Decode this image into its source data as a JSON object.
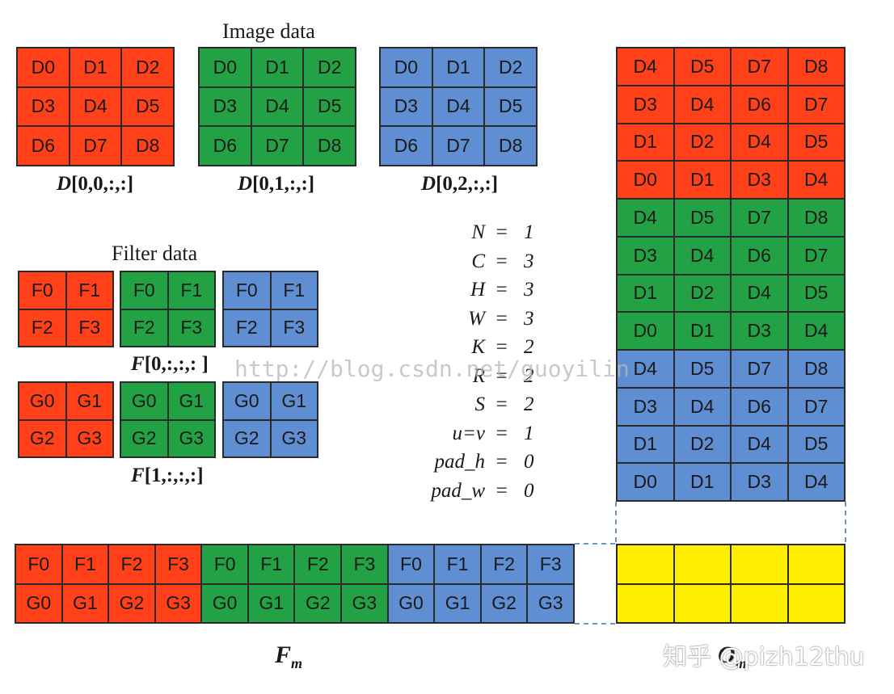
{
  "image_title": "Image data",
  "filter_title": "Filter data",
  "image_grids": [
    {
      "color": "red",
      "cells": [
        "D0",
        "D1",
        "D2",
        "D3",
        "D4",
        "D5",
        "D6",
        "D7",
        "D8"
      ],
      "caption_var": "D",
      "caption_idx": "[0,0,:,:]"
    },
    {
      "color": "green",
      "cells": [
        "D0",
        "D1",
        "D2",
        "D3",
        "D4",
        "D5",
        "D6",
        "D7",
        "D8"
      ],
      "caption_var": "D",
      "caption_idx": "[0,1,:,:]"
    },
    {
      "color": "blue",
      "cells": [
        "D0",
        "D1",
        "D2",
        "D3",
        "D4",
        "D5",
        "D6",
        "D7",
        "D8"
      ],
      "caption_var": "D",
      "caption_idx": "[0,2,:,:]"
    }
  ],
  "filter_rows": [
    {
      "caption_var": "F",
      "caption_idx": "[0,:,:,: ]",
      "grids": [
        {
          "color": "red",
          "cells": [
            "F0",
            "F1",
            "F2",
            "F3"
          ]
        },
        {
          "color": "green",
          "cells": [
            "F0",
            "F1",
            "F2",
            "F3"
          ]
        },
        {
          "color": "blue",
          "cells": [
            "F0",
            "F1",
            "F2",
            "F3"
          ]
        }
      ]
    },
    {
      "caption_var": "F",
      "caption_idx": "[1,:,:,:]",
      "grids": [
        {
          "color": "red",
          "cells": [
            "G0",
            "G1",
            "G2",
            "G3"
          ]
        },
        {
          "color": "green",
          "cells": [
            "G0",
            "G1",
            "G2",
            "G3"
          ]
        },
        {
          "color": "blue",
          "cells": [
            "G0",
            "G1",
            "G2",
            "G3"
          ]
        }
      ]
    }
  ],
  "params": [
    {
      "name": "N",
      "value": "1"
    },
    {
      "name": "C",
      "value": "3"
    },
    {
      "name": "H",
      "value": "3"
    },
    {
      "name": "W",
      "value": "3"
    },
    {
      "name": "K",
      "value": "2"
    },
    {
      "name": "R",
      "value": "2"
    },
    {
      "name": "S",
      "value": "2"
    },
    {
      "name": "u=v",
      "value": "1"
    },
    {
      "name": "pad_h",
      "value": "0"
    },
    {
      "name": "pad_w",
      "value": "0"
    }
  ],
  "dm_matrix": {
    "rows": [
      {
        "color": "red",
        "cells": [
          "D4",
          "D5",
          "D7",
          "D8"
        ]
      },
      {
        "color": "red",
        "cells": [
          "D3",
          "D4",
          "D6",
          "D7"
        ]
      },
      {
        "color": "red",
        "cells": [
          "D1",
          "D2",
          "D4",
          "D5"
        ]
      },
      {
        "color": "red",
        "cells": [
          "D0",
          "D1",
          "D3",
          "D4"
        ]
      },
      {
        "color": "green",
        "cells": [
          "D4",
          "D5",
          "D7",
          "D8"
        ]
      },
      {
        "color": "green",
        "cells": [
          "D3",
          "D4",
          "D6",
          "D7"
        ]
      },
      {
        "color": "green",
        "cells": [
          "D1",
          "D2",
          "D4",
          "D5"
        ]
      },
      {
        "color": "green",
        "cells": [
          "D0",
          "D1",
          "D3",
          "D4"
        ]
      },
      {
        "color": "blue",
        "cells": [
          "D4",
          "D5",
          "D7",
          "D8"
        ]
      },
      {
        "color": "blue",
        "cells": [
          "D3",
          "D4",
          "D6",
          "D7"
        ]
      },
      {
        "color": "blue",
        "cells": [
          "D1",
          "D2",
          "D4",
          "D5"
        ]
      },
      {
        "color": "blue",
        "cells": [
          "D0",
          "D1",
          "D3",
          "D4"
        ]
      }
    ]
  },
  "fm_matrix": {
    "rows": [
      [
        {
          "color": "red",
          "t": "F0"
        },
        {
          "color": "red",
          "t": "F1"
        },
        {
          "color": "red",
          "t": "F2"
        },
        {
          "color": "red",
          "t": "F3"
        },
        {
          "color": "green",
          "t": "F0"
        },
        {
          "color": "green",
          "t": "F1"
        },
        {
          "color": "green",
          "t": "F2"
        },
        {
          "color": "green",
          "t": "F3"
        },
        {
          "color": "blue",
          "t": "F0"
        },
        {
          "color": "blue",
          "t": "F1"
        },
        {
          "color": "blue",
          "t": "F2"
        },
        {
          "color": "blue",
          "t": "F3"
        }
      ],
      [
        {
          "color": "red",
          "t": "G0"
        },
        {
          "color": "red",
          "t": "G1"
        },
        {
          "color": "red",
          "t": "G2"
        },
        {
          "color": "red",
          "t": "G3"
        },
        {
          "color": "green",
          "t": "G0"
        },
        {
          "color": "green",
          "t": "G1"
        },
        {
          "color": "green",
          "t": "G2"
        },
        {
          "color": "green",
          "t": "G3"
        },
        {
          "color": "blue",
          "t": "G0"
        },
        {
          "color": "blue",
          "t": "G1"
        },
        {
          "color": "blue",
          "t": "G2"
        },
        {
          "color": "blue",
          "t": "G3"
        }
      ]
    ]
  },
  "fm_label": {
    "main": "F",
    "sub": "m"
  },
  "om_label": {
    "main": "O",
    "sub": "m"
  },
  "watermark_text": "http://blog.csdn.net/guoyilin",
  "watermark2_text": "知乎 @pizh12thu",
  "colors": {
    "red": "#ff4018",
    "green": "#22a244",
    "blue": "#5f8ed2",
    "yellow": "#ffee00"
  }
}
